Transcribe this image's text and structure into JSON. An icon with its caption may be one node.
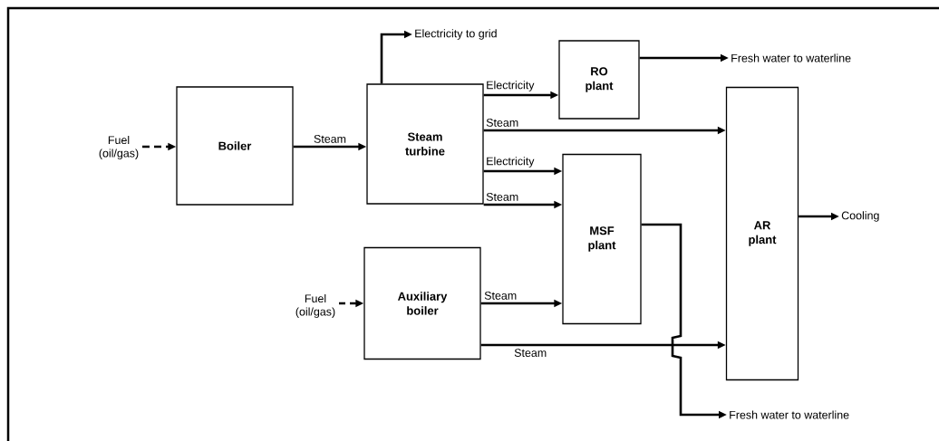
{
  "diagram": {
    "nodes": [
      {
        "text": [
          "Boiler"
        ]
      },
      {
        "text": [
          "Steam turbine"
        ]
      },
      {
        "text": [
          "RO plant"
        ]
      },
      {
        "text": [
          "MSF plant"
        ]
      },
      {
        "text": [
          "AR plant"
        ]
      },
      {
        "text": [
          "Auxiliary boiler"
        ]
      },
      {
        "text": [
          "Electricity to grid"
        ]
      },
      {
        "text": [
          "Fresh water to waterline"
        ]
      },
      {
        "text": [
          "Cooling"
        ]
      },
      {
        "text": [
          "Fresh water to waterline"
        ]
      }
    ],
    "edges": [
      {
        "from": null,
        "to": 0,
        "arrow": "to",
        "label": "Fuel (oil/gas)",
        "style": "dashed"
      },
      {
        "from": 0,
        "to": 1,
        "arrow": "to",
        "label": "Steam"
      },
      {
        "from": 1,
        "to": 6,
        "arrow": "to"
      },
      {
        "from": 1,
        "to": 2,
        "arrow": "to",
        "label": "Electricity"
      },
      {
        "from": 1,
        "to": 4,
        "arrow": "to",
        "label": "Steam"
      },
      {
        "from": 1,
        "to": 3,
        "arrow": "to",
        "label": "Electricity"
      },
      {
        "from": 1,
        "to": 3,
        "arrow": "to",
        "label": "Steam"
      },
      {
        "from": 2,
        "to": 7,
        "arrow": "to"
      },
      {
        "from": null,
        "to": 5,
        "arrow": "to",
        "label": "Fuel (oil/gas)",
        "style": "dashed"
      },
      {
        "from": 5,
        "to": 3,
        "arrow": "to",
        "label": "Steam"
      },
      {
        "from": 5,
        "to": 4,
        "arrow": "to",
        "label": "Steam"
      },
      {
        "from": 3,
        "to": 9,
        "arrow": "to"
      },
      {
        "from": 4,
        "to": 8,
        "arrow": "to"
      }
    ]
  }
}
